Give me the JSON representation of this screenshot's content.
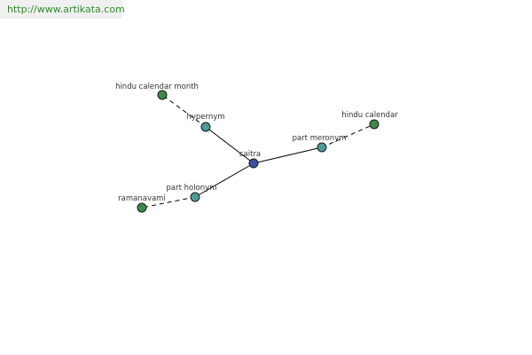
{
  "watermark": {
    "text": "http://www.artikata.com"
  },
  "colors": {
    "center_node": "#3f4f9e",
    "relation_node": "#4f9a98",
    "leaf_node": "#3f8a4a",
    "watermark_text": "#2e8b2e"
  },
  "nodes": [
    {
      "id": "caitra",
      "label": "caitra",
      "kind": "center"
    },
    {
      "id": "hypernym",
      "label": "hypernym",
      "kind": "relation"
    },
    {
      "id": "part_meronym",
      "label": "part meronym",
      "kind": "relation"
    },
    {
      "id": "part_holonym",
      "label": "part holonym",
      "kind": "relation"
    },
    {
      "id": "hindu_calendar_month",
      "label": "hindu calendar month",
      "kind": "leaf"
    },
    {
      "id": "hindu_calendar",
      "label": "hindu calendar",
      "kind": "leaf"
    },
    {
      "id": "ramanavami",
      "label": "ramanavami",
      "kind": "leaf"
    }
  ],
  "edges": [
    {
      "from": "caitra",
      "to": "hypernym",
      "style": "solid"
    },
    {
      "from": "caitra",
      "to": "part_meronym",
      "style": "solid"
    },
    {
      "from": "caitra",
      "to": "part_holonym",
      "style": "solid"
    },
    {
      "from": "hypernym",
      "to": "hindu_calendar_month",
      "style": "dashed"
    },
    {
      "from": "part_meronym",
      "to": "hindu_calendar",
      "style": "dashed"
    },
    {
      "from": "part_holonym",
      "to": "ramanavami",
      "style": "dashed"
    }
  ]
}
